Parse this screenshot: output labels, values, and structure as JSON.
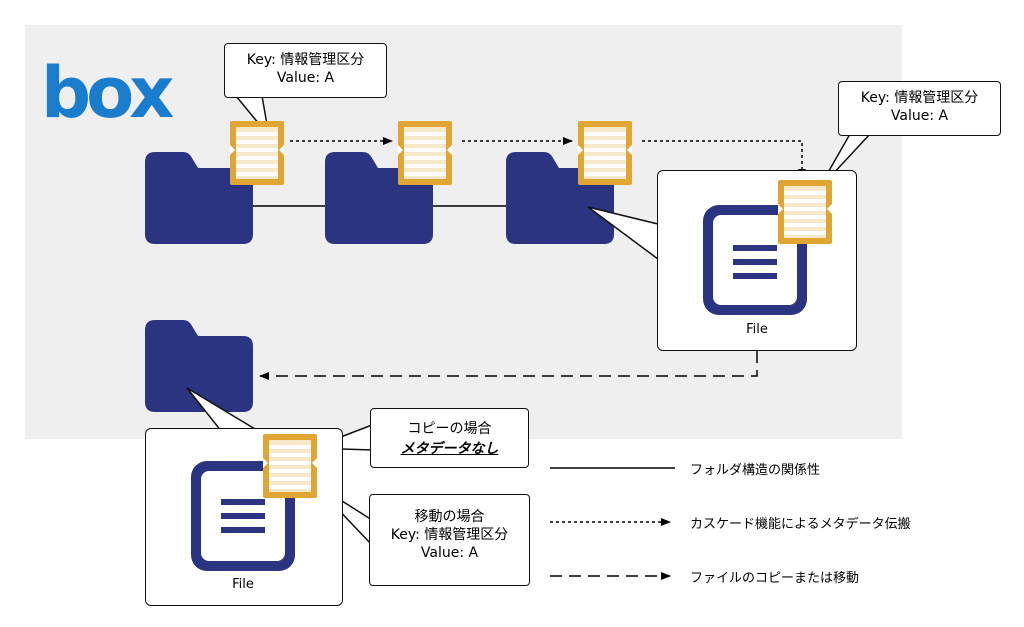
{
  "logo_text": "box",
  "bubbles": {
    "top_left": {
      "line1": "Key: 情報管理区分",
      "line2": "Value: A"
    },
    "top_right": {
      "line1": "Key: 情報管理区分",
      "line2": "Value: A"
    },
    "copy": {
      "line1": "コピーの場合",
      "line2": "メタデータなし"
    },
    "move": {
      "line1": "移動の場合",
      "line2": "Key: 情報管理区分",
      "line3": "Value: A"
    }
  },
  "file_labels": {
    "top": "File",
    "bottom": "File"
  },
  "legend": {
    "solid": "フォルダ構造の関係性",
    "dotted": "カスケード機能によるメタデータ伝搬",
    "dashed": "ファイルのコピーまたは移動"
  },
  "colors": {
    "folder": "#2b3480",
    "metadata_icon": "#e1a534",
    "logo": "#1a7ccc",
    "background_panel": "#efefef"
  }
}
